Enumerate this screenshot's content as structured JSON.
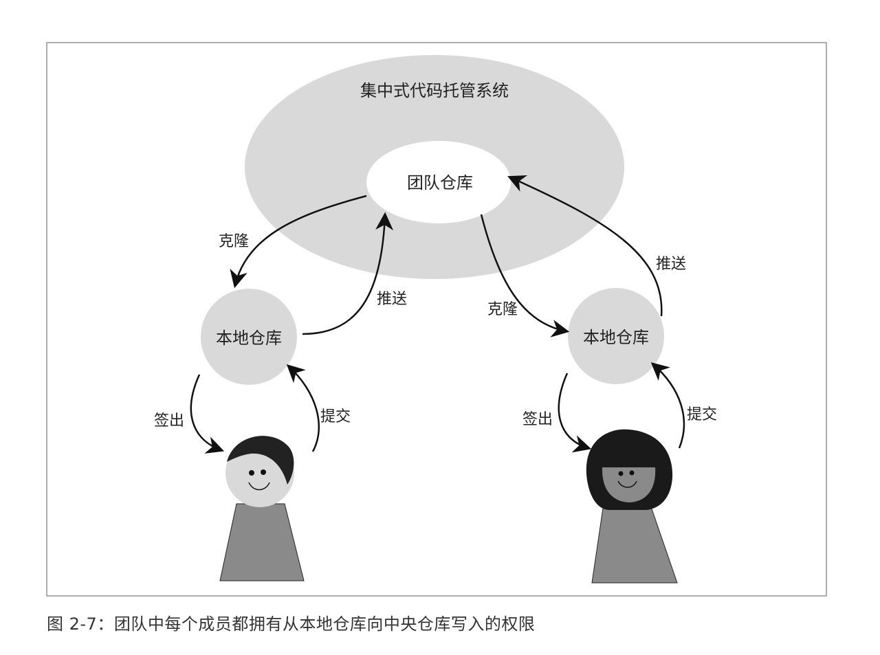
{
  "diagram": {
    "central_system": "集中式代码托管系统",
    "team_repo": "团队仓库",
    "left_local_repo": "本地仓库",
    "right_local_repo": "本地仓库",
    "left_clone": "克隆",
    "left_push": "推送",
    "right_clone": "克隆",
    "right_push": "推送",
    "left_checkout": "签出",
    "left_commit": "提交",
    "right_checkout": "签出",
    "right_commit": "提交"
  },
  "caption": "图 2-7：团队中每个成员都拥有从本地仓库向中央仓库写入的权限",
  "colors": {
    "light_gray": "#d9d9d9",
    "mid_gray": "#8a8a8a",
    "dark": "#222222",
    "frame": "#777777"
  }
}
